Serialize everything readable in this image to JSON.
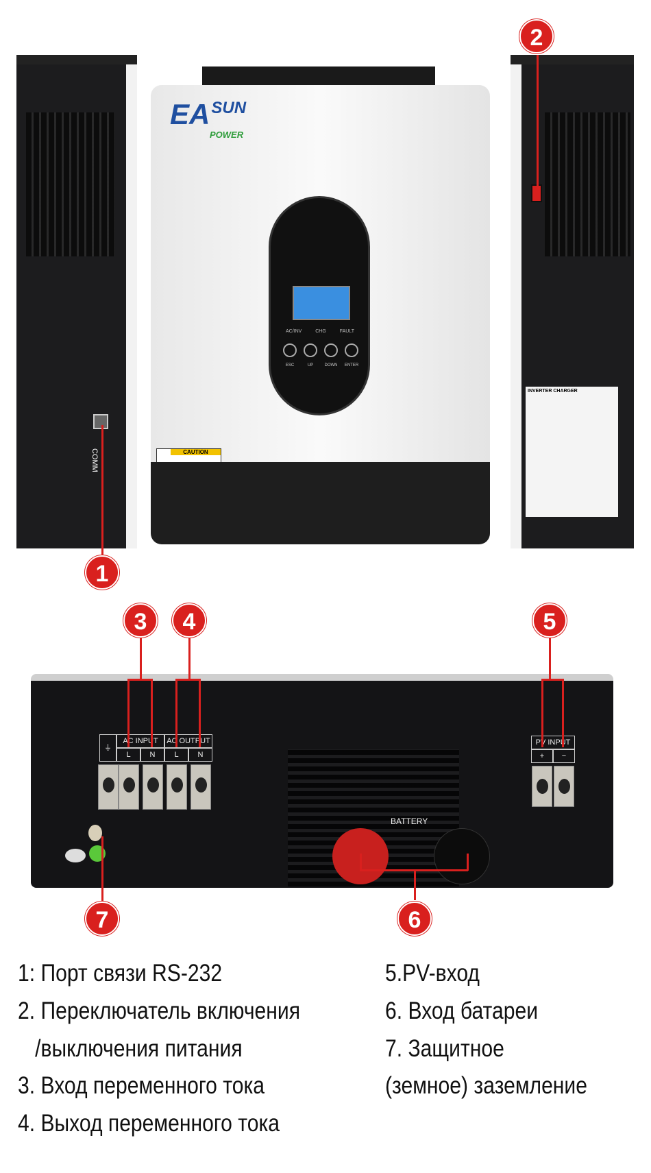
{
  "brand": {
    "line1": "EA",
    "line2": "SUN",
    "line3": "POWER"
  },
  "front": {
    "caution": "CAUTION",
    "buttons": [
      "ESC",
      "UP",
      "DOWN",
      "ENTER"
    ],
    "leds": [
      "AC/INV",
      "CHG",
      "FAULT"
    ]
  },
  "side_label": {
    "comm": "COMM",
    "sticker_title": "INVERTER CHARGER"
  },
  "rear": {
    "ac_input": "AC INPUT",
    "ac_output": "AC OUTPUT",
    "L": "L",
    "N": "N",
    "pv_input": "PV INPUT",
    "plus": "+",
    "minus": "−",
    "battery": "BATTERY"
  },
  "badges": [
    "1",
    "2",
    "3",
    "4",
    "5",
    "6",
    "7"
  ],
  "legend": {
    "left": [
      "1: Порт связи RS-232",
      "2. Переключатель включения",
      "   /выключения питания",
      "3. Вход переменного тока",
      "4. Выход переменного тока"
    ],
    "right": [
      "5.PV-вход",
      "6. Вход батареи",
      "7. Защитное",
      "(земное) заземление"
    ]
  },
  "colors": {
    "accent": "#d9201e",
    "brand_blue": "#1f4fa0",
    "brand_green": "#2e9d3a"
  }
}
